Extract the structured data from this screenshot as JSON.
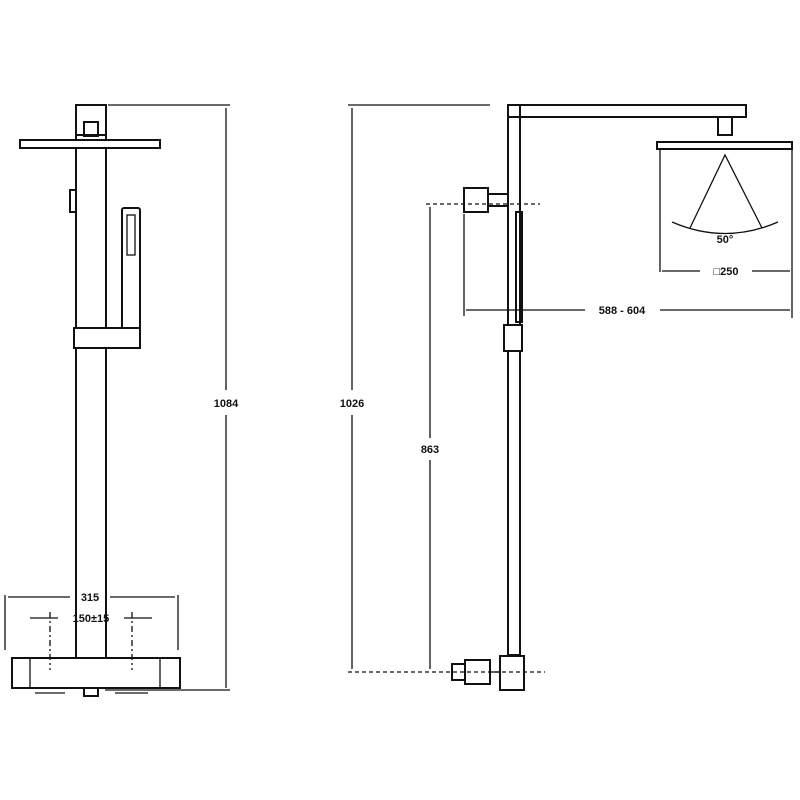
{
  "front_view": {
    "width_label": "315",
    "spacing_label": "150±15",
    "height_label": "1084"
  },
  "side_view": {
    "height_label": "1026",
    "inlet_height_label": "863",
    "reach_label": "588 - 604",
    "spray_angle_label": "50°",
    "head_size_label": "□250"
  },
  "colors": {
    "line": "#111111",
    "background": "#ffffff"
  }
}
